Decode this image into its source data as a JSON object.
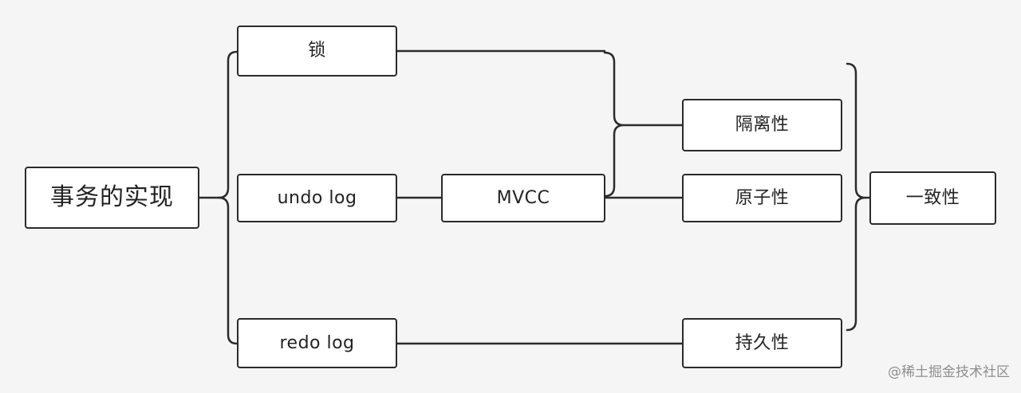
{
  "nodes": {
    "root": "事务的实现",
    "lock": "锁",
    "undo_log": "undo log",
    "redo_log": "redo log",
    "mvcc": "MVCC",
    "isolation": "隔离性",
    "atomicity": "原子性",
    "durability": "持久性",
    "consistency": "一致性"
  },
  "watermark": "@稀土掘金技术社区"
}
